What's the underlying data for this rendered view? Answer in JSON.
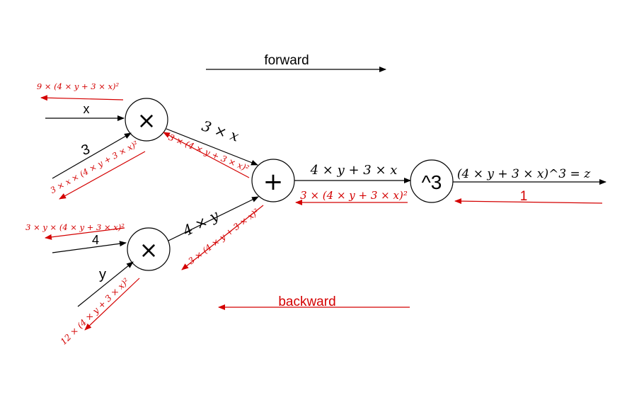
{
  "colors": {
    "forward": "#000000",
    "backward": "#d40000",
    "node_stroke": "#000000",
    "background": "#ffffff"
  },
  "direction_labels": {
    "forward": "forward",
    "backward": "backward"
  },
  "nodes": {
    "mult_top": "×",
    "add": "+",
    "mult_bottom": "×",
    "cube": "^3"
  },
  "inputs": {
    "x": "x",
    "three": "3",
    "four": "4",
    "y": "y"
  },
  "forward_values": {
    "three_x": "3 × x",
    "four_y": "4 × y",
    "sum": "4 × y + 3 × x",
    "output": "(4 × y + 3 × x)^3 = z"
  },
  "backward_values": {
    "output_grad": "1",
    "sum_grad": "3 × (4 × y + 3 × x)²",
    "three_x_grad": "3 × (4 × y + 3 × x)²",
    "four_y_grad": "3 × (4 × y + 3 × x)²",
    "x_grad": "9 × (4 × y + 3 × x)²",
    "three_grad": "3 × x × (4 × y + 3 × x)²",
    "four_grad": "3 × y × (4 × y + 3 × x)²",
    "y_grad": "12 × (4 × y + 3 × x)²"
  }
}
